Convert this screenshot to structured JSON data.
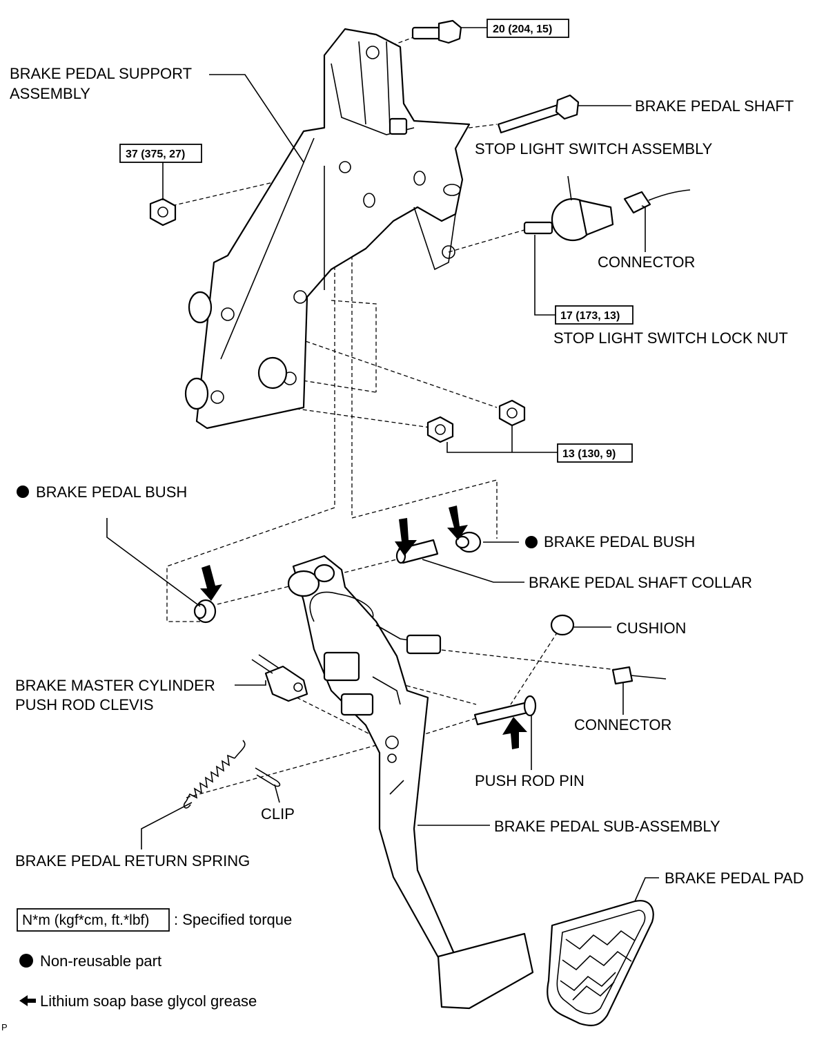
{
  "labels": {
    "support_assembly_1": "BRAKE PEDAL SUPPORT",
    "support_assembly_2": "ASSEMBLY",
    "pedal_shaft": "BRAKE PEDAL SHAFT",
    "stop_light_switch": "STOP LIGHT SWITCH ASSEMBLY",
    "connector_top": "CONNECTOR",
    "lock_nut": "STOP LIGHT SWITCH LOCK NUT",
    "bush_left": "BRAKE PEDAL BUSH",
    "bush_right": "BRAKE PEDAL BUSH",
    "shaft_collar": "BRAKE PEDAL SHAFT COLLAR",
    "cushion": "CUSHION",
    "clevis_1": "BRAKE MASTER CYLINDER",
    "clevis_2": "PUSH ROD CLEVIS",
    "connector_bottom": "CONNECTOR",
    "push_rod_pin": "PUSH ROD PIN",
    "clip": "CLIP",
    "sub_assembly": "BRAKE PEDAL SUB-ASSEMBLY",
    "return_spring": "BRAKE PEDAL RETURN SPRING",
    "pedal_pad": "BRAKE PEDAL PAD"
  },
  "torques": {
    "top_bolt": "20 (204, 15)",
    "support_nut": "37 (375, 27)",
    "lock_nut": "17 (173, 13)",
    "lower_nuts": "13 (130, 9)"
  },
  "legend": {
    "torque_box": "N*m (kgf*cm, ft.*lbf)",
    "torque_desc": ": Specified torque",
    "non_reusable": "Non-reusable part",
    "grease": "Lithium soap base glycol grease"
  },
  "footer_mark": "P",
  "icons": {
    "non_reusable": "filled-circle-icon",
    "grease": "left-arrow-icon"
  }
}
